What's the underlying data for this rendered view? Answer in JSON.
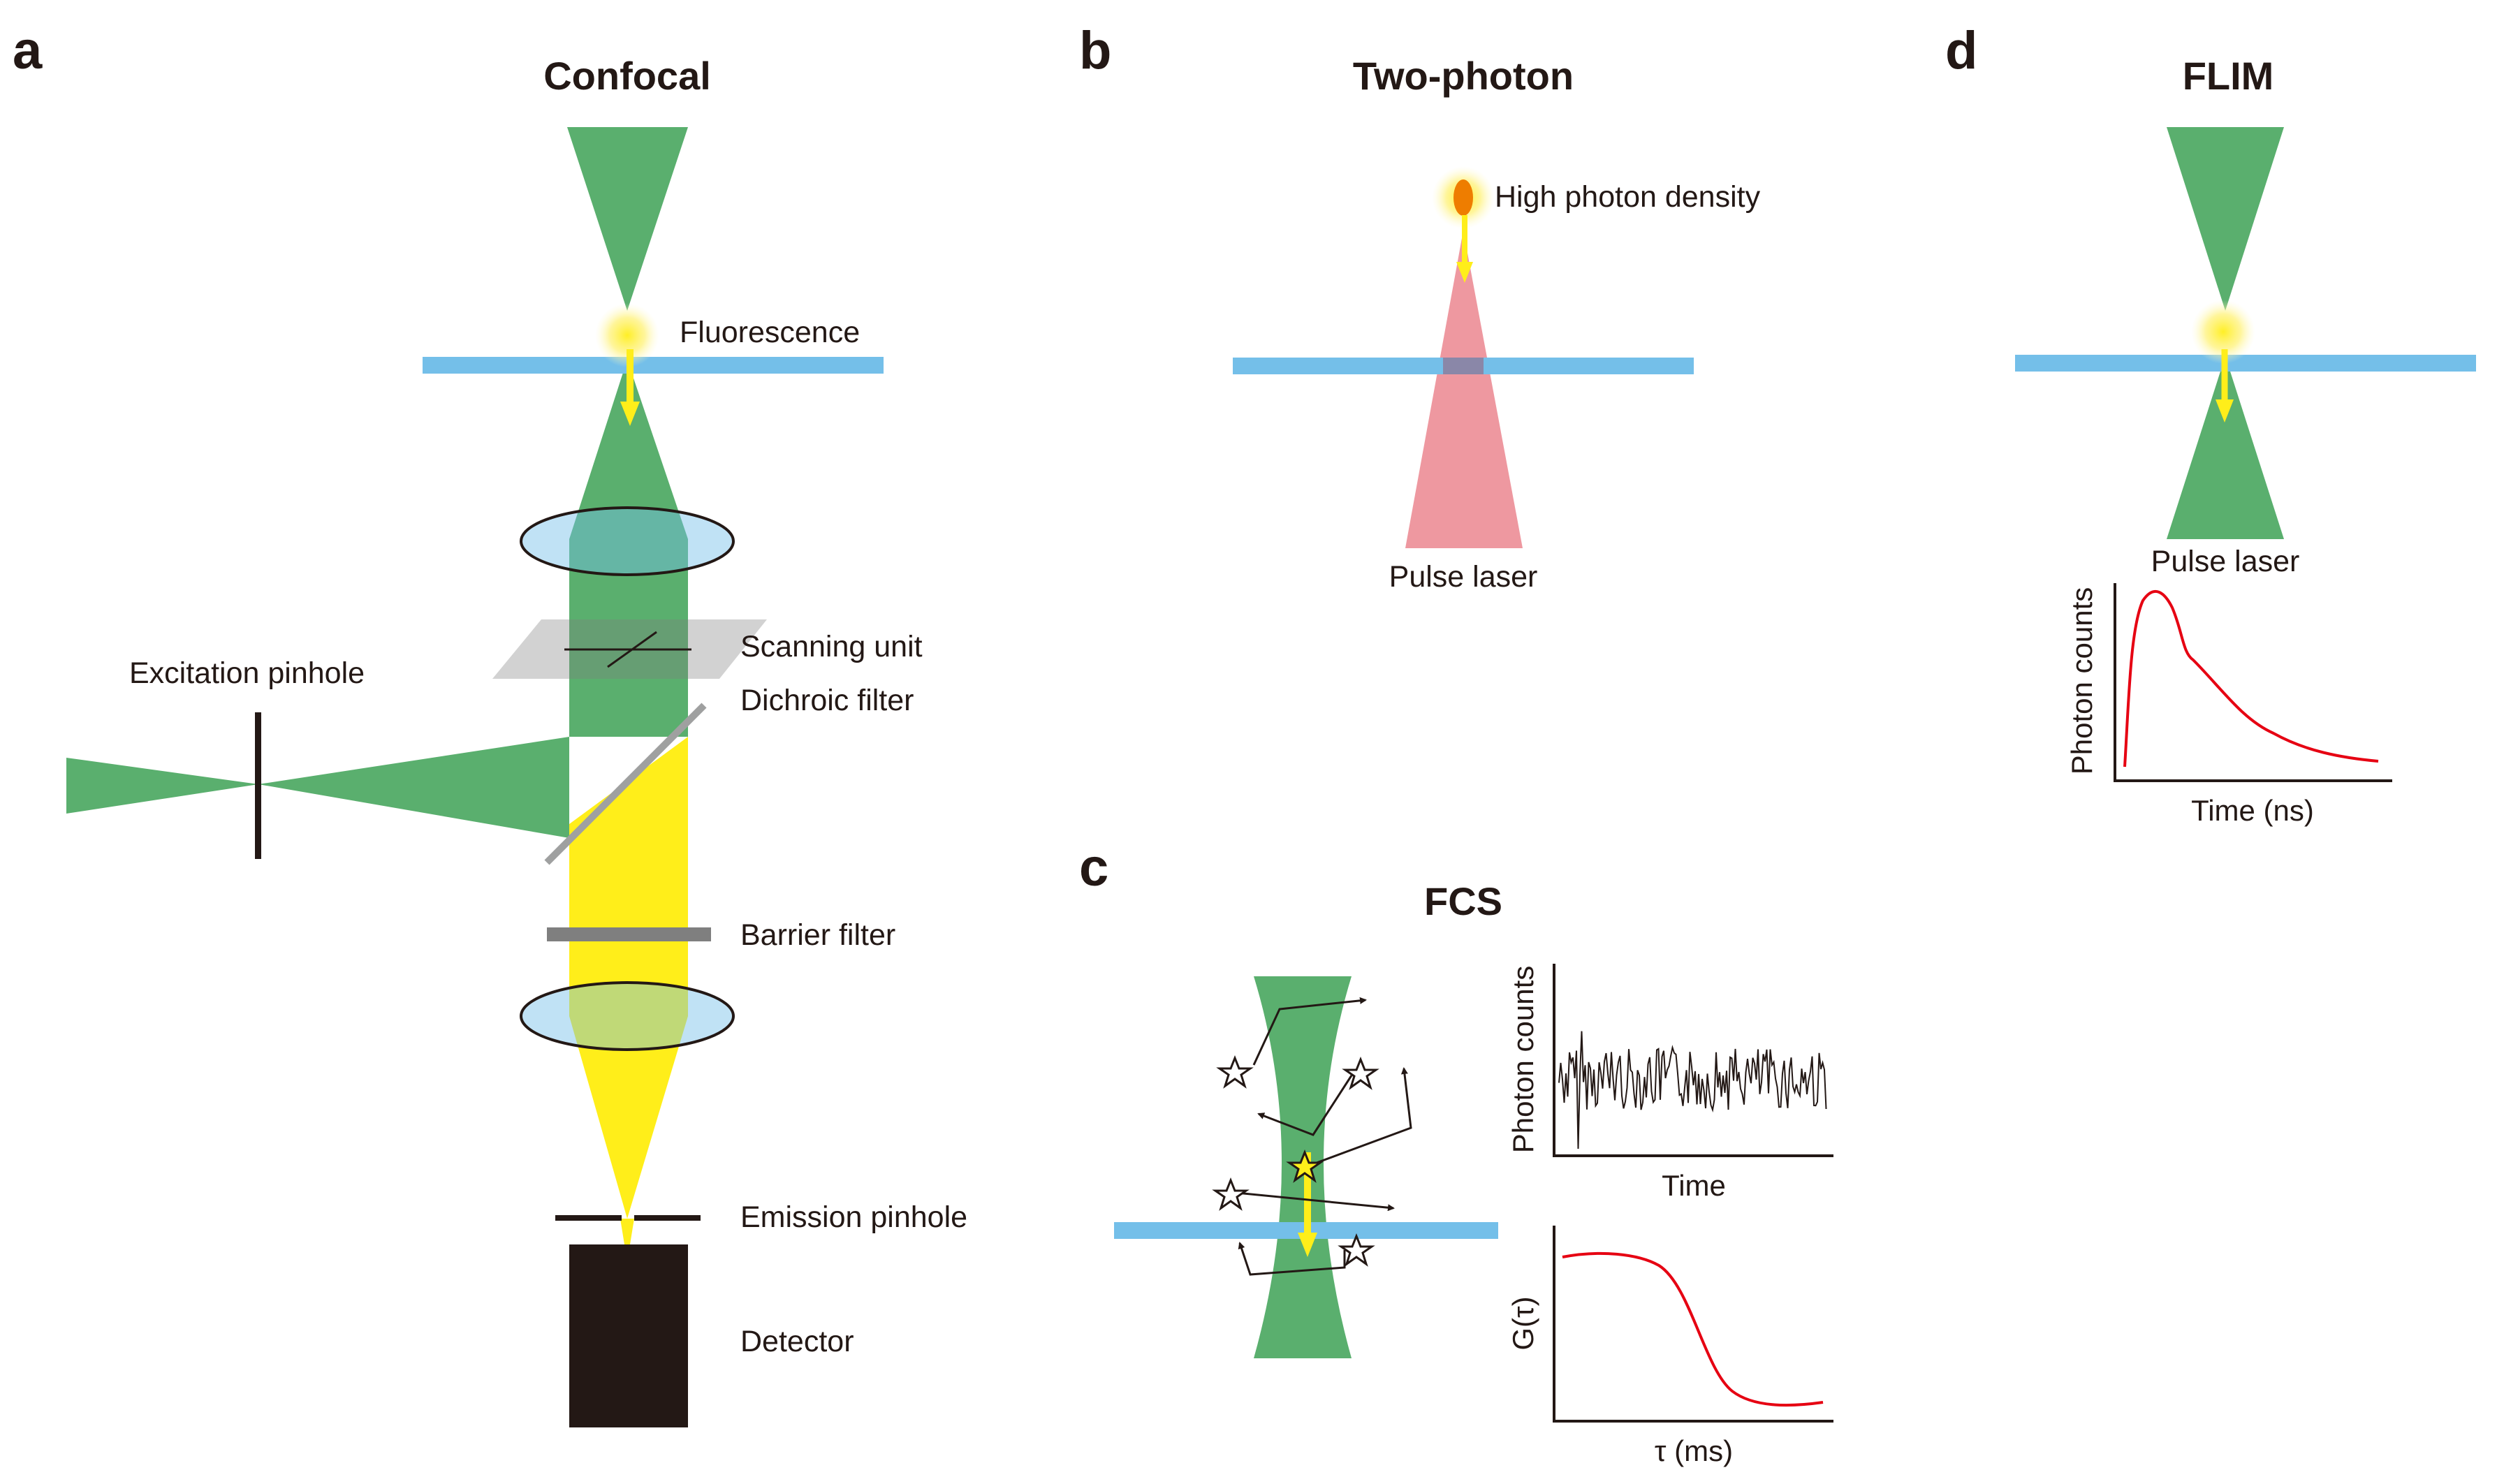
{
  "panels": {
    "a": {
      "letter": "a",
      "title": "Confocal",
      "labels": {
        "fluorescence": "Fluorescence",
        "scanning_unit": "Scanning unit",
        "dichroic_filter": "Dichroic filter",
        "excitation_pinhole": "Excitation pinhole",
        "barrier_filter": "Barrier filter",
        "emission_pinhole": "Emission pinhole",
        "detector": "Detector"
      }
    },
    "b": {
      "letter": "b",
      "title": "Two-photon",
      "labels": {
        "high_photon_density": "High photon density",
        "pulse_laser": "Pulse laser"
      }
    },
    "c": {
      "letter": "c",
      "title": "FCS",
      "trace_plot": {
        "ylabel": "Photon counts",
        "xlabel": "Time"
      },
      "correlation_plot": {
        "ylabel": "G(τ)",
        "xlabel": "τ (ms)"
      }
    },
    "d": {
      "letter": "d",
      "title": "FLIM",
      "labels": {
        "pulse_laser": "Pulse laser"
      },
      "decay_plot": {
        "ylabel": "Photon counts",
        "xlabel": "Time (ns)"
      }
    }
  },
  "colors": {
    "excitation": "#5aaf6e",
    "emission": "#ffee1a",
    "sample_slide": "#74bfe9",
    "pulse_laser": "#ee98a0",
    "curve": "#e60012",
    "detector": "#231815"
  }
}
